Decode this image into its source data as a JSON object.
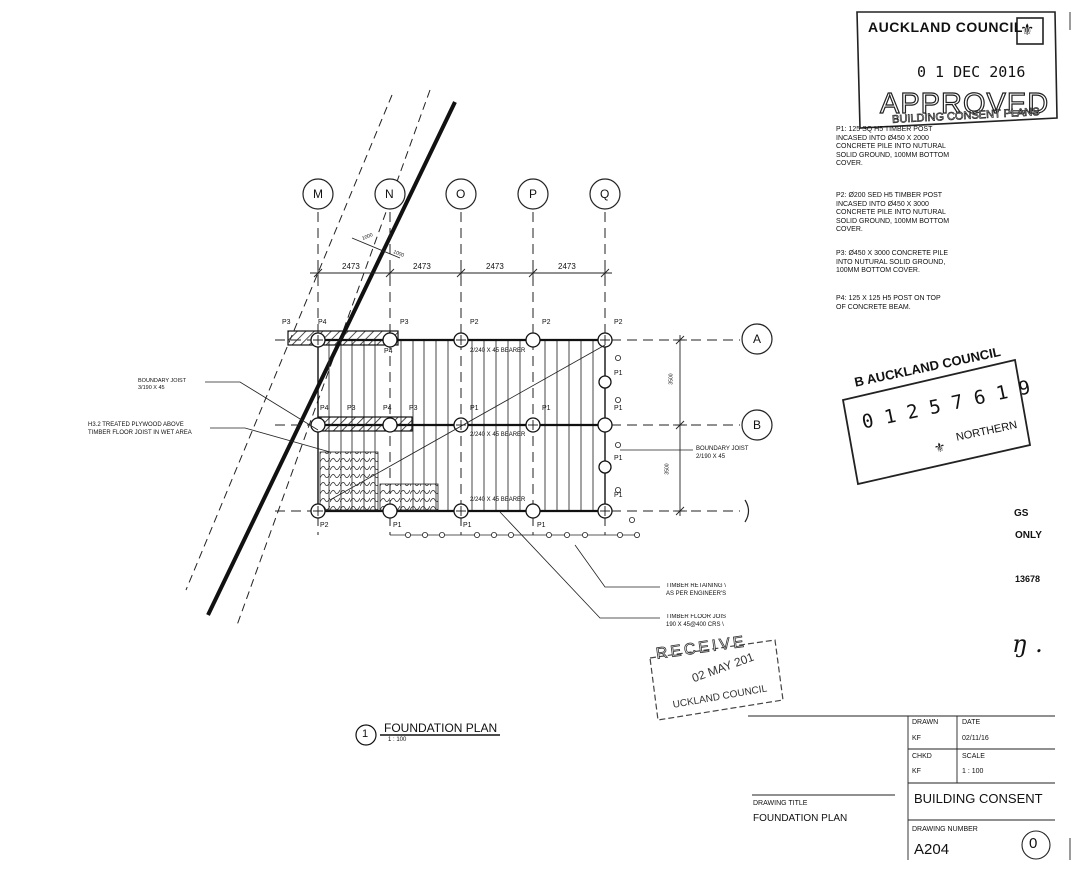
{
  "grid_columns": [
    "M",
    "N",
    "O",
    "P",
    "Q"
  ],
  "grid_rows": [
    "A",
    "B"
  ],
  "dimensions": {
    "spacing_labels": [
      "2473",
      "2473",
      "2473",
      "2473"
    ],
    "offset": "1000",
    "offset2": "1000",
    "row_spacing_1": "3500",
    "row_spacing_2": "3500"
  },
  "pile_tags": {
    "top": [
      "P3",
      "P4",
      "P3",
      "P2",
      "P2",
      "P2"
    ],
    "top_sub": "P4",
    "mid": [
      "P4",
      "P3",
      "P4",
      "P3",
      "P1",
      "P1"
    ],
    "bottom": [
      "P2",
      "P1",
      "P1",
      "P1"
    ],
    "right": [
      "P1",
      "P1",
      "P1",
      "P1"
    ]
  },
  "bearers": [
    "2/240 X 45 BEARER",
    "2/240 X 45 BEARER",
    "2/240 X 45 BEARER"
  ],
  "callouts": {
    "boundary_joist_left": "BOUNDARY JOIST\n3/190 X 45",
    "plywood": "H3.2 TREATED PLYWOOD ABOVE\nTIMBER FLOOR JOIST IN WET AREA",
    "boundary_joist_right": "BOUNDARY JOIST\n2/190 X 45",
    "retaining": "TIMBER RETAINING \\\nAS PER ENGINEER'S",
    "floor_joist": "TIMBER FLOOR JOIS\n190 X 45@400 CRS \\"
  },
  "notes": [
    "P1: 125 SQ H5 TIMBER POST INCASED INTO Ø450 X 2000 CONCRETE PILE INTO NUTURAL SOLID GROUND, 100MM BOTTOM COVER.",
    "P2: Ø200 SED H5 TIMBER POST INCASED INTO Ø450 X 3000 CONCRETE PILE INTO NUTURAL SOLID GROUND, 100MM BOTTOM COVER.",
    "P3: Ø450 X 3000 CONCRETE PILE INTO NUTURAL SOLID GROUND, 100MM BOTTOM COVER.",
    "P4: 125 X 125 H5 POST ON TOP OF CONCRETE BEAM."
  ],
  "stamps": {
    "approved": {
      "org": "AUCKLAND COUNCIL",
      "date": "0 1 DEC 2016",
      "status": "APPROVED",
      "sub": "BUILDING CONSENT PLANS"
    },
    "council_no": {
      "org": "B AUCKLAND COUNCIL",
      "number": "0  1 2 5 7 6 1 9",
      "region": "NORTHERN"
    },
    "received": {
      "word": "RECEIVE",
      "date": "02 MAY 201",
      "org": "UCKLAND COUNCIL"
    }
  },
  "partial_text": {
    "gs": "GS",
    "only": "ONLY",
    "num": "13678",
    "sig": "ŋ ."
  },
  "plan_title": {
    "number": "1",
    "title": "FOUNDATION PLAN",
    "scale": "1 : 100"
  },
  "title_block": {
    "drawn_label": "DRAWN",
    "drawn": "KF",
    "date_label": "DATE",
    "date": "02/11/16",
    "chkd_label": "CHKD",
    "chkd": "KF",
    "scale_label": "SCALE",
    "scale": "1 : 100",
    "status": "BUILDING CONSENT",
    "drawing_title_label": "DRAWING TITLE",
    "drawing_title": "FOUNDATION PLAN",
    "drawing_number_label": "DRAWING NUMBER",
    "drawing_number": "A204",
    "revision": "0"
  }
}
